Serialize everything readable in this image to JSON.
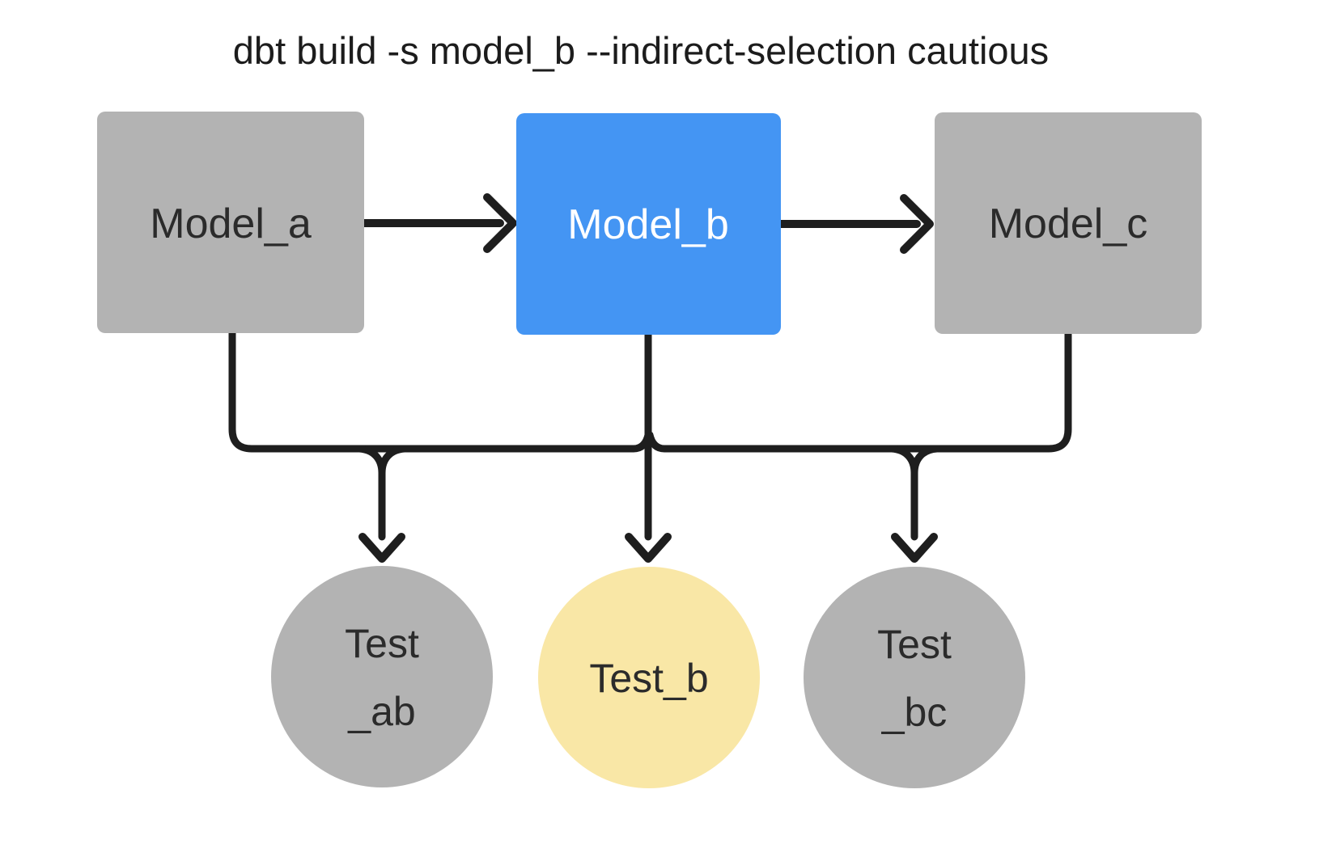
{
  "title": "dbt build -s model_b --indirect-selection cautious",
  "colors": {
    "background": "#FFFFFF",
    "node_default": "#B3B3B3",
    "node_selected": "#4495F3",
    "test_default": "#B3B3B3",
    "test_selected": "#F9E7A6",
    "edge_stroke": "#1E1E1E",
    "text_dark": "#2B2B2B",
    "text_light": "#FFFFFF"
  },
  "models": [
    {
      "label": "Model_a",
      "fill": "#B3B3B3",
      "text_color": "#2B2B2B",
      "selected": false
    },
    {
      "label": "Model_b",
      "fill": "#4495F3",
      "text_color": "#FFFFFF",
      "selected": true
    },
    {
      "label": "Model_c",
      "fill": "#B3B3B3",
      "text_color": "#2B2B2B",
      "selected": false
    }
  ],
  "tests": [
    {
      "label": "Test _ab",
      "line1": "Test",
      "line2": "_ab",
      "fill": "#B3B3B3",
      "selected": false
    },
    {
      "label": "Test_b",
      "line1": "Test_b",
      "line2": "",
      "fill": "#F9E7A6",
      "selected": true
    },
    {
      "label": "Test _bc",
      "line1": "Test",
      "line2": "_bc",
      "fill": "#B3B3B3",
      "selected": false
    }
  ],
  "edges": [
    {
      "from": "Model_a",
      "to": "Model_b"
    },
    {
      "from": "Model_b",
      "to": "Model_c"
    },
    {
      "from": "Model_a",
      "to": "Test _ab"
    },
    {
      "from": "Model_b",
      "to": "Test _ab"
    },
    {
      "from": "Model_b",
      "to": "Test_b"
    },
    {
      "from": "Model_b",
      "to": "Test _bc"
    },
    {
      "from": "Model_c",
      "to": "Test _bc"
    }
  ]
}
